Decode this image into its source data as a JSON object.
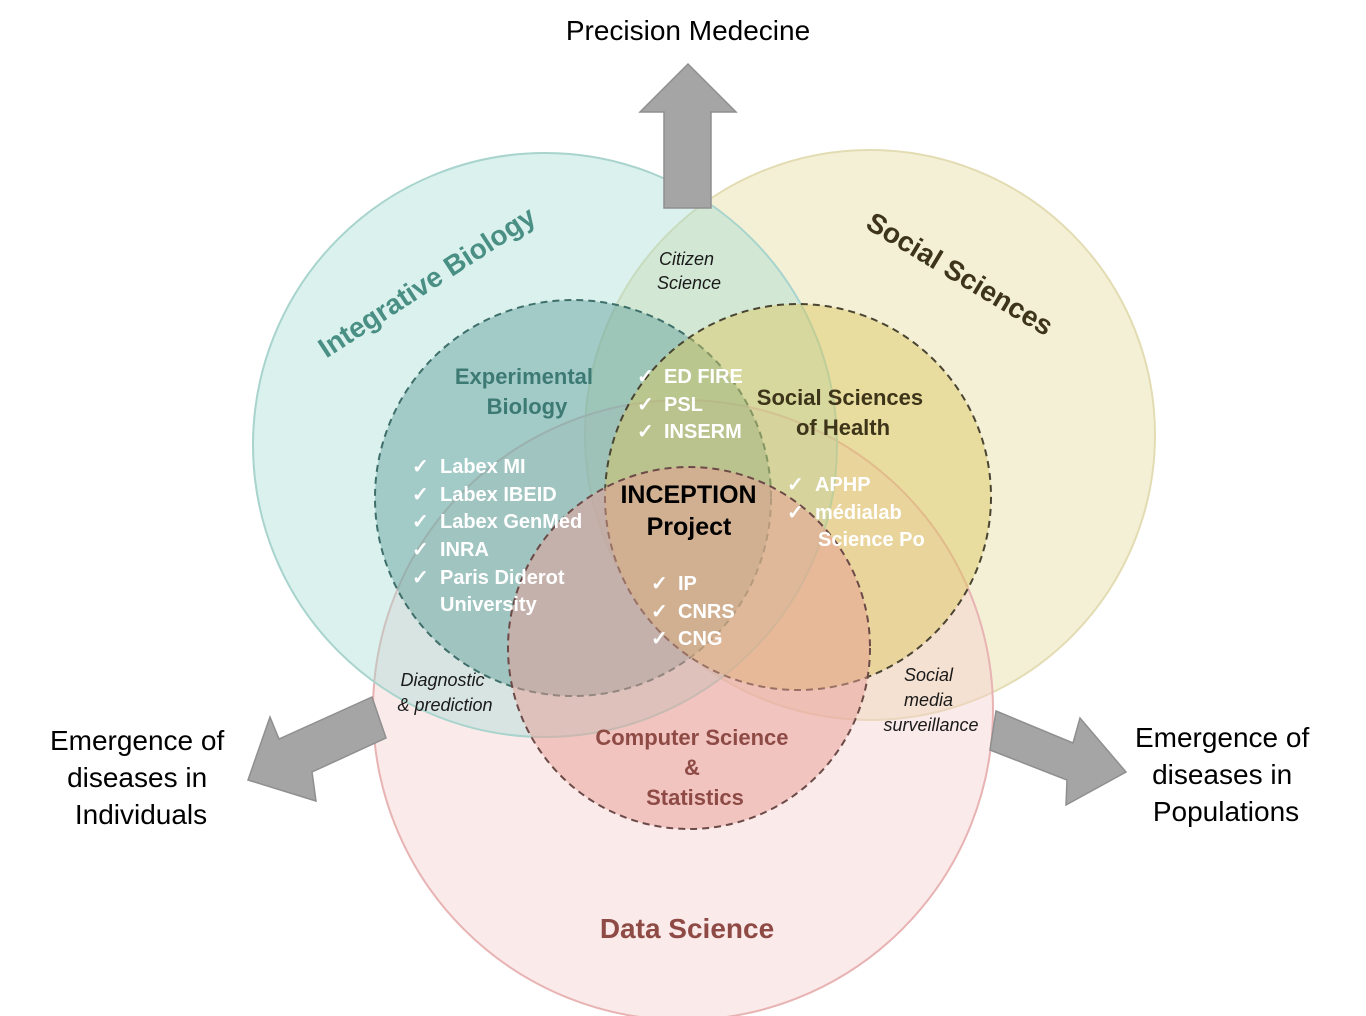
{
  "top_label": "Precision Medecine",
  "left_label": [
    "Emergence of",
    "diseases in",
    "Individuals"
  ],
  "right_label": [
    "Emergence of",
    "diseases in",
    "Populations"
  ],
  "circles": {
    "integrative_biology": {
      "label": "Integrative Biology",
      "color": "#4a8f84"
    },
    "social_sciences": {
      "label": "Social Sciences",
      "color": "#3d3419"
    },
    "data_science": {
      "label": "Data Science",
      "color": "#8e4a45"
    }
  },
  "inner": {
    "experimental_biology": [
      "Experimental",
      "Biology"
    ],
    "social_sciences_health": [
      "Social Sciences",
      "of Health"
    ],
    "computer_science": [
      "Computer Science",
      "&",
      "Statistics"
    ]
  },
  "center": [
    "INCEPTION",
    "Project"
  ],
  "intersections": {
    "citizen_science": [
      "Citizen",
      "Science"
    ],
    "diagnostic": [
      "Diagnostic",
      "& prediction"
    ],
    "social_media": [
      "Social",
      "media",
      "surveillance"
    ]
  },
  "lists": {
    "biology": [
      "Labex MI",
      "Labex IBEID",
      "Labex GenMed",
      "INRA",
      "Paris Diderot",
      "University"
    ],
    "top_center": [
      "ED FIRE",
      "PSL",
      "INSERM"
    ],
    "social": [
      "APHP",
      "médialab",
      "Science Po"
    ],
    "center_bottom": [
      "IP",
      "CNRS",
      "CNG"
    ]
  },
  "check_mark": "✓",
  "colors": {
    "arrow": "#a5a5a5",
    "teal_fill": "#cfece8",
    "beige_fill": "#efebc9",
    "pink_fill": "#f8dcdc"
  }
}
